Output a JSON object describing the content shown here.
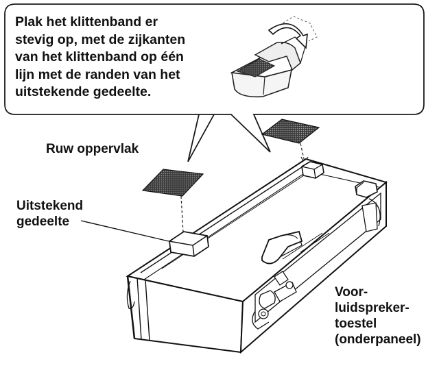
{
  "callout": {
    "lines": [
      "Plak het klittenband er",
      "stevig op, met de zijkanten",
      "van het klittenband op één",
      "lijn met de randen van het",
      "uitstekende gedeelte."
    ]
  },
  "labels": {
    "rough_surface": "Ruw oppervlak",
    "protrusion": [
      "Uitstekend",
      "gedeelte"
    ],
    "speaker": [
      "Voor-",
      "luidspreker-",
      "toestel",
      "(onderpaneel)"
    ]
  },
  "icons": {
    "arrow": "curved-arrow-icon"
  }
}
